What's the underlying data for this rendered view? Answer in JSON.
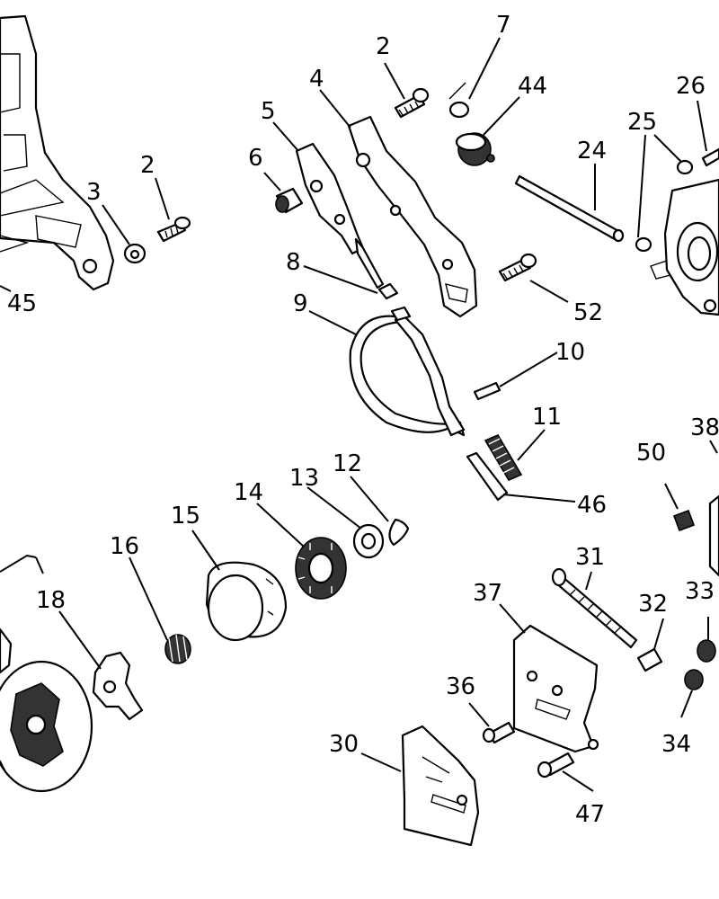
{
  "callouts": [
    {
      "id": "c2a",
      "text": "2"
    },
    {
      "id": "c2b",
      "text": "2"
    },
    {
      "id": "c3",
      "text": "3"
    },
    {
      "id": "c4",
      "text": "4"
    },
    {
      "id": "c5",
      "text": "5"
    },
    {
      "id": "c6",
      "text": "6"
    },
    {
      "id": "c7",
      "text": "7"
    },
    {
      "id": "c8",
      "text": "8"
    },
    {
      "id": "c9",
      "text": "9"
    },
    {
      "id": "c10",
      "text": "10"
    },
    {
      "id": "c11",
      "text": "11"
    },
    {
      "id": "c12",
      "text": "12"
    },
    {
      "id": "c13",
      "text": "13"
    },
    {
      "id": "c14",
      "text": "14"
    },
    {
      "id": "c15",
      "text": "15"
    },
    {
      "id": "c16",
      "text": "16"
    },
    {
      "id": "c18",
      "text": "18"
    },
    {
      "id": "c24",
      "text": "24"
    },
    {
      "id": "c25",
      "text": "25"
    },
    {
      "id": "c26",
      "text": "26"
    },
    {
      "id": "c30",
      "text": "30"
    },
    {
      "id": "c31",
      "text": "31"
    },
    {
      "id": "c32",
      "text": "32"
    },
    {
      "id": "c33",
      "text": "33"
    },
    {
      "id": "c34",
      "text": "34"
    },
    {
      "id": "c36",
      "text": "36"
    },
    {
      "id": "c37",
      "text": "37"
    },
    {
      "id": "c38",
      "text": "38"
    },
    {
      "id": "c44",
      "text": "44"
    },
    {
      "id": "c45",
      "text": "45"
    },
    {
      "id": "c46",
      "text": "46"
    },
    {
      "id": "c47",
      "text": "47"
    },
    {
      "id": "c50",
      "text": "50"
    },
    {
      "id": "c52",
      "text": "52"
    }
  ]
}
